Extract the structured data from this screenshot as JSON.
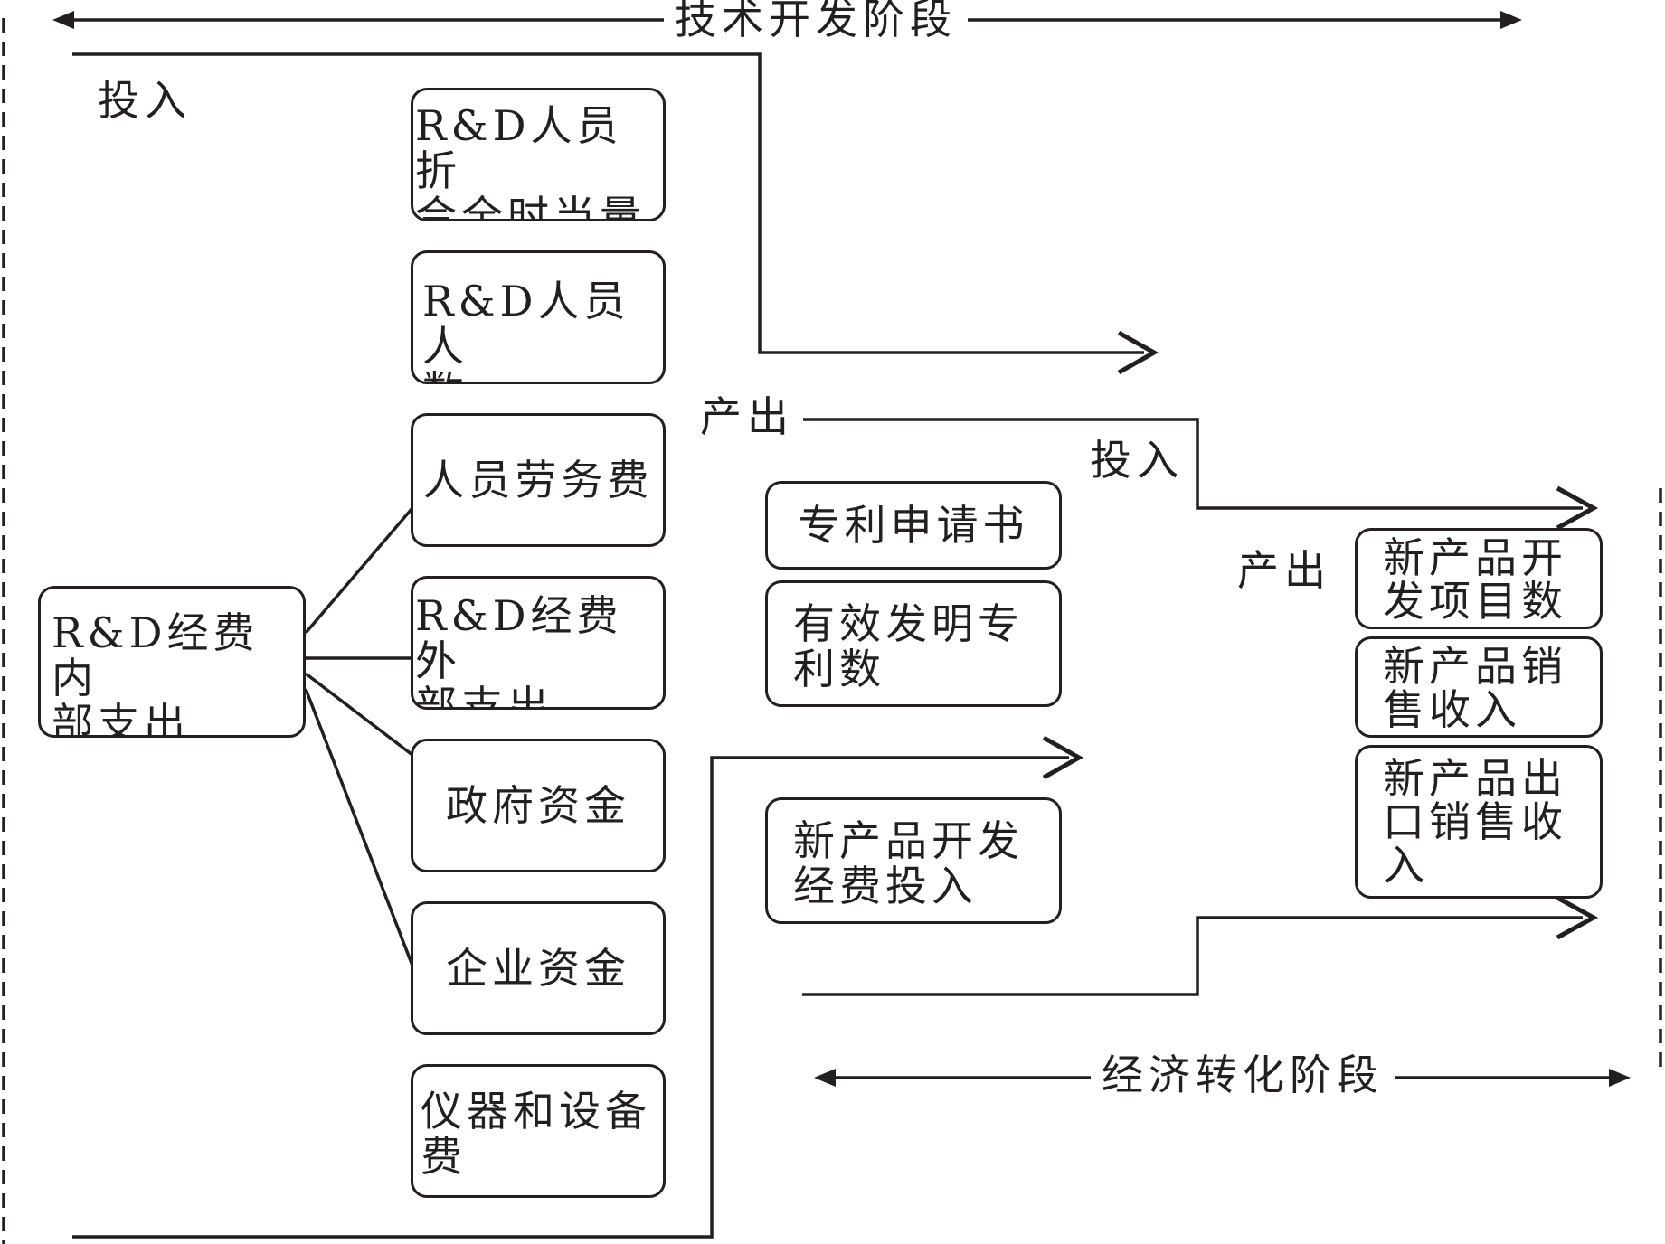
{
  "stages": {
    "tech_dev": "技术开发阶段",
    "econ_conv": "经济转化阶段"
  },
  "labels": {
    "input_1": "投入",
    "output_1": "产出",
    "input_2": "投入",
    "output_2": "产出"
  },
  "root": "R&D经费内\n部支出",
  "inputs": [
    "R&D人员折\n合全时当量",
    "R&D人员人\n数",
    "人员劳务费",
    "R&D经费外\n部支出",
    "政府资金",
    "企业资金",
    "仪器和设备\n费"
  ],
  "middle": [
    "专利申请书",
    "有效发明专\n利数",
    "新产品开发\n经费投入"
  ],
  "outputs": [
    "新产品开\n发项目数",
    "新产品销\n售收入",
    "新产品出\n口销售收\n入"
  ]
}
